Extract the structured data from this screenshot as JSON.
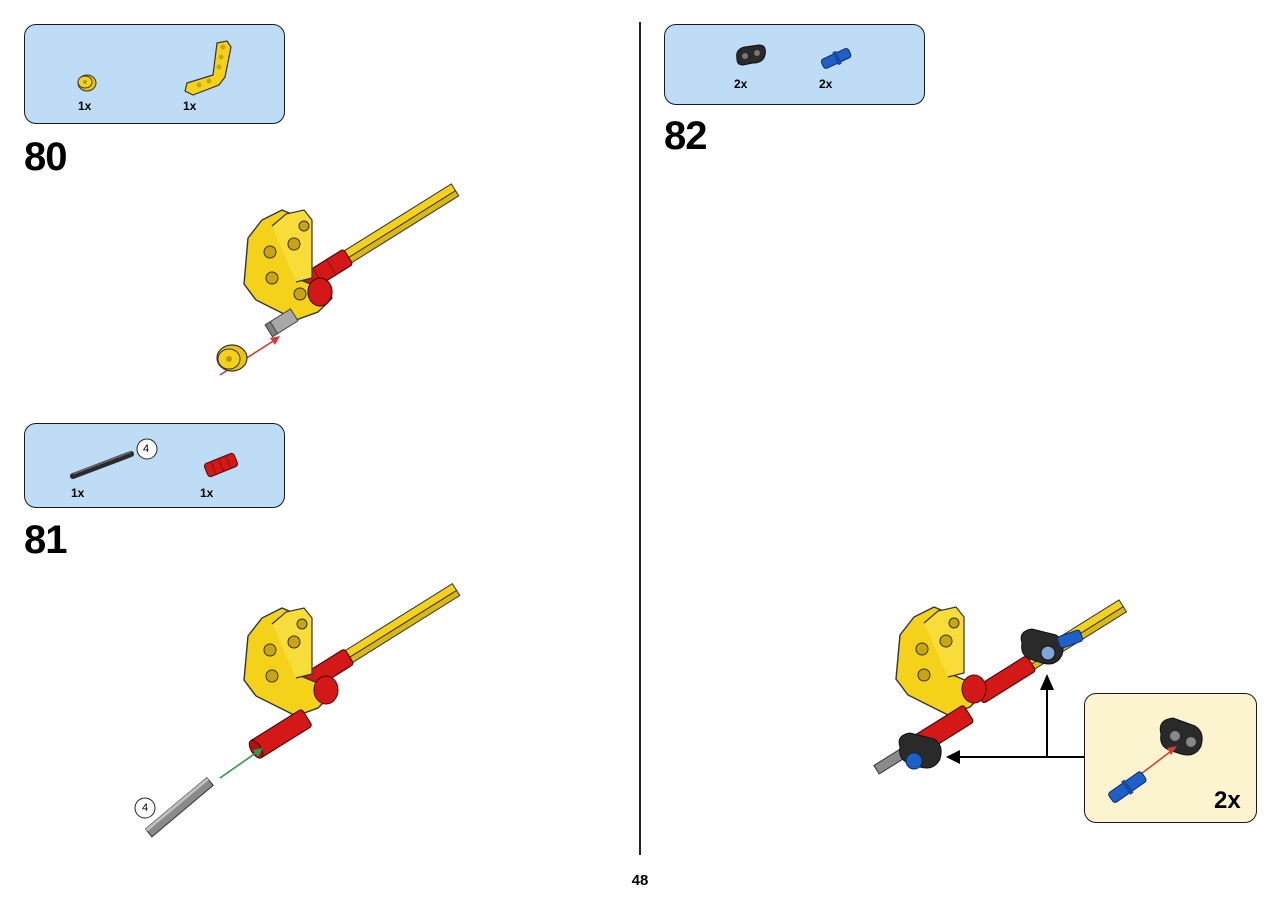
{
  "page": {
    "number": "48"
  },
  "steps": [
    {
      "number": "80",
      "parts": [
        {
          "icon": "bush-half-yellow-icon",
          "qty": "1x"
        },
        {
          "icon": "l-beam-yellow-icon",
          "qty": "1x"
        }
      ]
    },
    {
      "number": "81",
      "parts": [
        {
          "icon": "axle-black-icon",
          "qty": "1x",
          "length": "4"
        },
        {
          "icon": "axle-connector-red-icon",
          "qty": "1x"
        }
      ],
      "callout_length": "4"
    },
    {
      "number": "82",
      "parts": [
        {
          "icon": "double-cross-block-black-icon",
          "qty": "2x"
        },
        {
          "icon": "axle-pin-blue-icon",
          "qty": "2x"
        }
      ],
      "subassembly_qty": "2x"
    }
  ],
  "colors": {
    "parts_box": "#bfdcf6",
    "subassembly_box": "#fcf4cf",
    "yellow": "#f5d21a",
    "red": "#d41818",
    "blue": "#1f5fc8",
    "black": "#2a2a2a",
    "gray": "#9a9a9a"
  }
}
